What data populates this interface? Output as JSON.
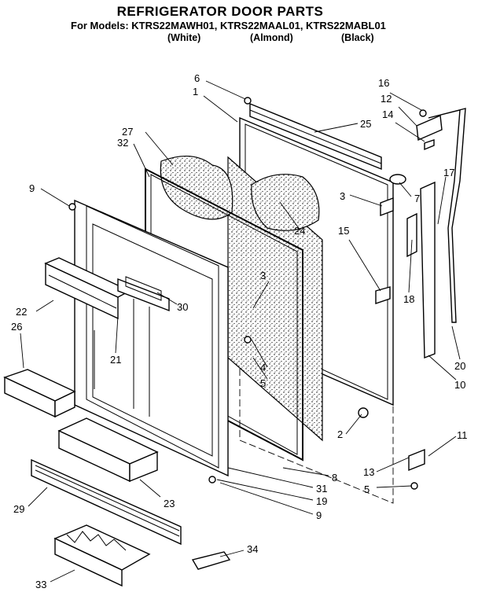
{
  "header": {
    "title": "REFRIGERATOR DOOR PARTS",
    "models_line": "For Models: KTRS22MAWH01, KTRS22MAAL01, KTRS22MABL01",
    "colors": [
      "(White)",
      "(Almond)",
      "(Black)"
    ]
  },
  "callouts": [
    "1",
    "2",
    "3",
    "3",
    "4",
    "5",
    "5",
    "6",
    "7",
    "8",
    "9",
    "9",
    "10",
    "11",
    "12",
    "13",
    "14",
    "15",
    "16",
    "17",
    "18",
    "19",
    "20",
    "21",
    "22",
    "23",
    "24",
    "25",
    "26",
    "27",
    "29",
    "30",
    "31",
    "32",
    "33",
    "34"
  ]
}
